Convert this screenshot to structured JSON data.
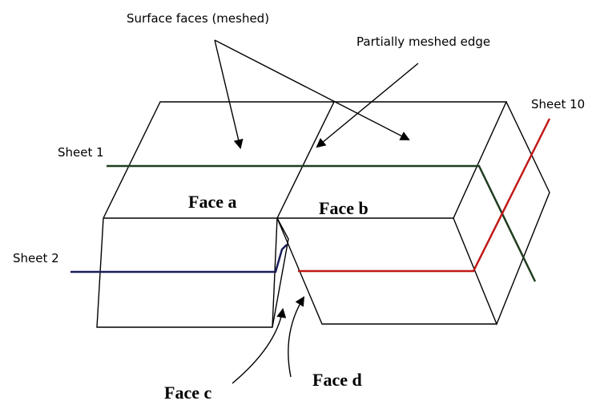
{
  "labels": {
    "surface_faces": "Surface faces (meshed)",
    "partial_edge": "Partially meshed edge",
    "sheet_1": "Sheet 1",
    "sheet_2": "Sheet 2",
    "sheet_10": "Sheet 10",
    "face_a": "Face a",
    "face_b": "Face b",
    "face_c": "Face c",
    "face_d": "Face d"
  },
  "colors": {
    "outline": "#000000",
    "sheet_1": "#1f3d1f",
    "sheet_2": "#1a1f5a",
    "sheet_10": "#c01818"
  }
}
